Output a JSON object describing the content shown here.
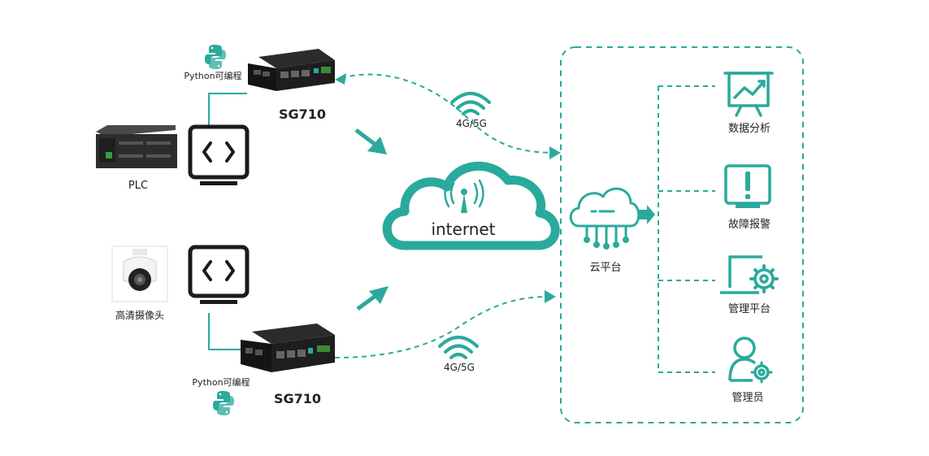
{
  "colors": {
    "accent": "#2aaa9c",
    "dark": "#1a1a1a",
    "text": "#222222"
  },
  "labels": {
    "python_top": "Python可编程",
    "device_top": "SG710",
    "plc": "PLC",
    "camera": "高清摄像头",
    "python_bottom": "Python可编程",
    "device_bottom": "SG710",
    "wireless_top": "4G/5G",
    "wireless_bottom": "4G/5G",
    "internet": "internet",
    "cloud_platform": "云平台",
    "services": [
      "数据分析",
      "故障报警",
      "管理平台",
      "管理员"
    ]
  },
  "icons": {
    "python": "python-logo-icon",
    "router": "router-device-icon",
    "code_monitor": "code-monitor-icon",
    "wifi": "wifi-icon",
    "cloud": "cloud-icon",
    "cloud_platform": "cloud-platform-icon",
    "data_analysis": "chart-board-icon",
    "fault_alarm": "alert-board-icon",
    "management": "laptop-gear-icon",
    "admin": "user-gear-icon"
  }
}
